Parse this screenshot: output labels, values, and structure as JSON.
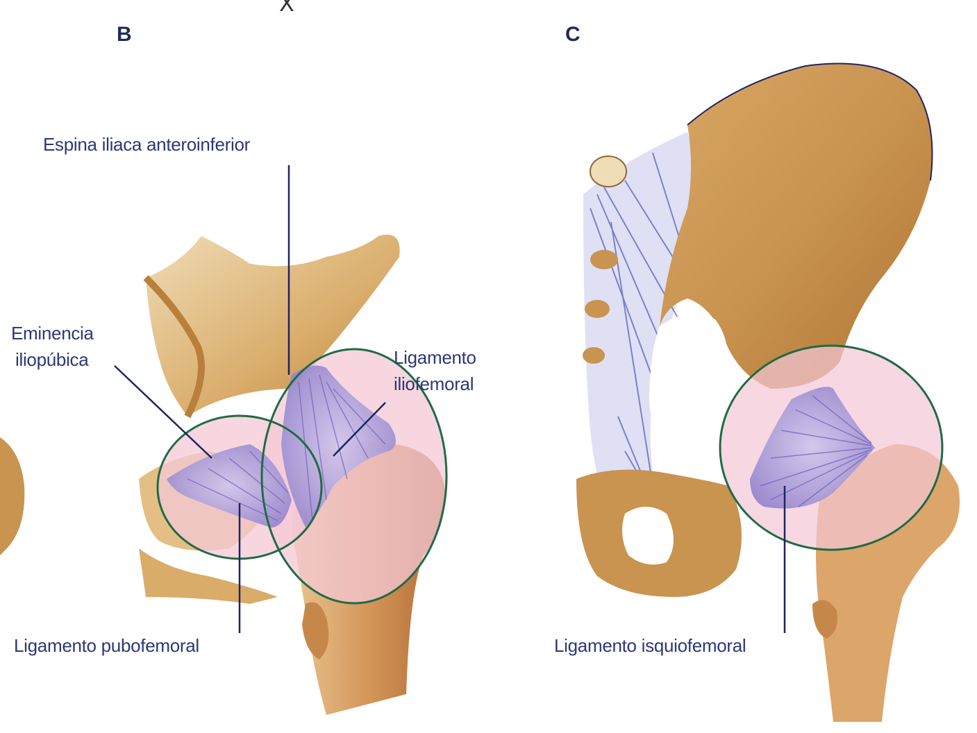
{
  "panels": {
    "b": {
      "letter": "B"
    },
    "c": {
      "letter": "C"
    }
  },
  "top_mark": "X",
  "labels": {
    "espina": "Espina iliaca anteroinferior",
    "eminencia_line1": "Eminencia",
    "eminencia_line2": "iliopúbica",
    "iliofemoral_line1": "Ligamento",
    "iliofemoral_line2": "iliofemoral",
    "pubofemoral": "Ligamento pubofemoral",
    "isquiofemoral": "Ligamento isquiofemoral"
  },
  "colors": {
    "bone": "#d9ac6a",
    "bone_dark": "#b97f3c",
    "bone_light": "#ecd3a5",
    "ligament": "#a69ad6",
    "ligament_lines": "#6f63b8",
    "highlight_fill": "#f4c8d6",
    "circle_stroke": "#1f6b45",
    "label_text": "#2d3778",
    "leader_line": "#1e2460"
  }
}
